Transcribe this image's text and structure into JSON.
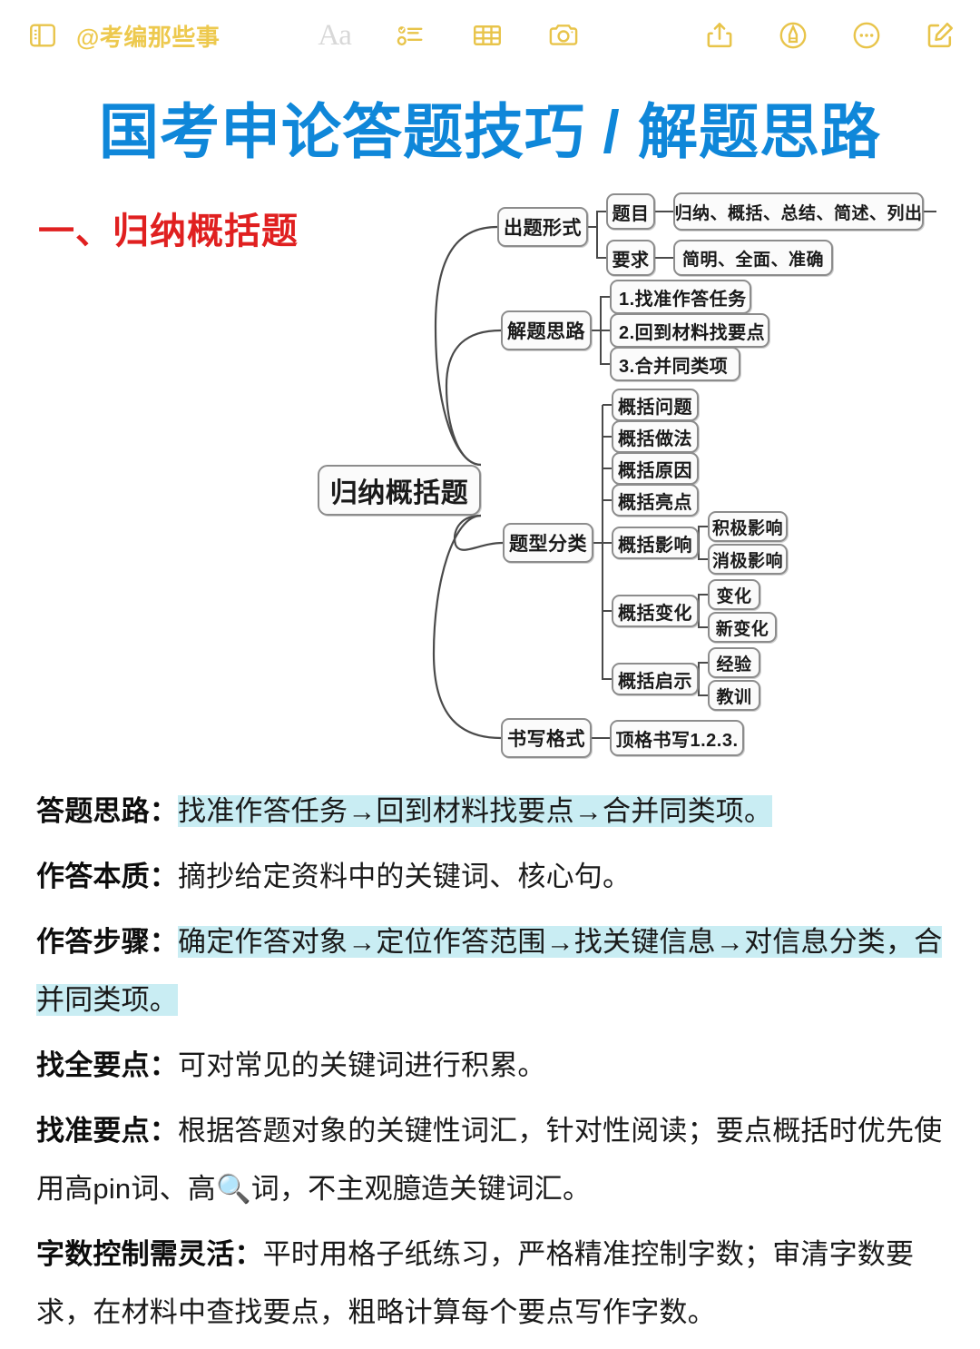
{
  "toolbar": {
    "sidebar_toggle_icon": "sidebar-icon",
    "account_name": "@考编那些事",
    "format_label": "Aa",
    "checklist_icon": "checklist-icon",
    "table_icon": "table-icon",
    "camera_icon": "camera-icon",
    "share_icon": "share-icon",
    "markup_icon": "markup-pen-icon",
    "more_icon": "more-ellipsis-icon",
    "compose_icon": "compose-icon"
  },
  "document": {
    "title": "国考申论答题技巧 / 解题思路",
    "section_heading": "一、归纳概括题",
    "title_color": "#0f87d9",
    "heading_color": "#e02020",
    "highlight_color": "#c9edf3"
  },
  "mindmap": {
    "root": "归纳概括题",
    "branches": [
      {
        "label": "出题形式",
        "children": [
          {
            "label": "题目",
            "children": [
              {
                "label": "归纳、概括、总结、简述、列出"
              }
            ]
          },
          {
            "label": "要求",
            "children": [
              {
                "label": "简明、全面、准确"
              }
            ]
          }
        ]
      },
      {
        "label": "解题思路",
        "children": [
          {
            "label": "1.找准作答任务"
          },
          {
            "label": "2.回到材料找要点"
          },
          {
            "label": "3.合并同类项"
          }
        ]
      },
      {
        "label": "题型分类",
        "children": [
          {
            "label": "概括问题"
          },
          {
            "label": "概括做法"
          },
          {
            "label": "概括原因"
          },
          {
            "label": "概括亮点"
          },
          {
            "label": "概括影响",
            "children": [
              {
                "label": "积极影响"
              },
              {
                "label": "消极影响"
              }
            ]
          },
          {
            "label": "概括变化",
            "children": [
              {
                "label": "变化"
              },
              {
                "label": "新变化"
              }
            ]
          },
          {
            "label": "概括启示",
            "children": [
              {
                "label": "经验"
              },
              {
                "label": "教训"
              }
            ]
          }
        ]
      },
      {
        "label": "书写格式",
        "children": [
          {
            "label": "顶格书写1.2.3."
          }
        ]
      }
    ]
  },
  "content": {
    "p1_lead": "答题思路：",
    "p1_hl": "找准作答任务→回到材料找要点→合并同类项。",
    "p2_lead": "作答本质：",
    "p2_text": "摘抄给定资料中的关键词、核心句。",
    "p3_lead": "作答步骤：",
    "p3_hl": "确定作答对象→定位作答范围→找关键信息→对信息分类，合并同类项。",
    "p4_lead": "找全要点：",
    "p4_text": "可对常见的关键词进行积累。",
    "p5_lead": "找准要点：",
    "p5_text_a": "根据答题对象的关键性词汇，针对性阅读；要点概括时优先使用高pin词、高",
    "p5_emoji": "🔍",
    "p5_text_b": "词，不主观臆造关键词汇。",
    "p6_lead": "字数控制需灵活：",
    "p6_text": "平时用格子纸练习，严格精准控制字数；审清字数要求，在材料中查找要点，粗略计算每个要点写作字数。"
  }
}
